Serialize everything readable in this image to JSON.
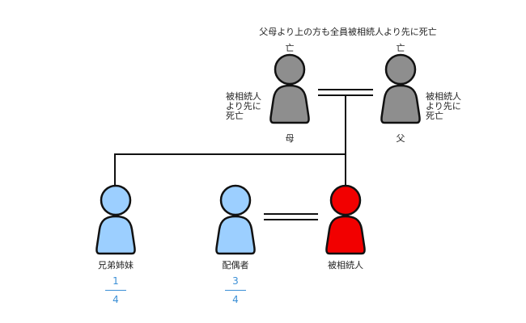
{
  "heading": "父母より上の方も全員被相続人より先に死亡",
  "colors": {
    "deceased": "#8e8e8e",
    "heir": "#9ccfff",
    "decedent": "#f20000",
    "line": "#111111",
    "fraction": "#3b8fd6"
  },
  "persons": {
    "mother": {
      "label": "母",
      "status": "亡",
      "note": [
        "被相続人",
        "より先に",
        "死亡"
      ]
    },
    "father": {
      "label": "父",
      "status": "亡",
      "note": [
        "被相続人",
        "より先に",
        "死亡"
      ]
    },
    "sibling": {
      "label": "兄弟姉妹",
      "share": {
        "numerator": "1",
        "denominator": "4"
      }
    },
    "spouse": {
      "label": "配偶者",
      "share": {
        "numerator": "3",
        "denominator": "4"
      }
    },
    "decedent": {
      "label": "被相続人"
    }
  },
  "icons": {
    "mother": "person-icon",
    "father": "person-icon",
    "sibling": "person-icon",
    "spouse": "person-icon",
    "decedent": "person-icon"
  }
}
